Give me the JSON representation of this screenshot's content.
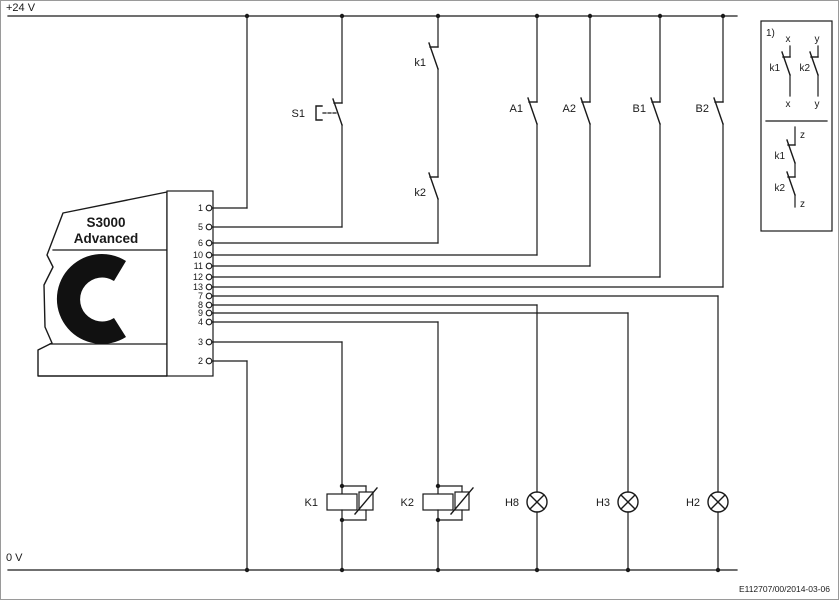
{
  "rails": {
    "top": "+24 V",
    "bottom": "0 V"
  },
  "device": {
    "line1": "S3000",
    "line2": "Advanced",
    "pins": [
      "1",
      "5",
      "6",
      "10",
      "11",
      "12",
      "13",
      "7",
      "8",
      "9",
      "4",
      "3",
      "2"
    ]
  },
  "switches": {
    "s1": "S1",
    "k1": "k1",
    "k2": "k2",
    "a1": "A1",
    "a2": "A2",
    "b1": "B1",
    "b2": "B2"
  },
  "relays": {
    "k1": "K1",
    "k2": "K2"
  },
  "lamps": {
    "h8": "H8",
    "h3": "H3",
    "h2": "H2"
  },
  "legend": {
    "index": "1)",
    "top_left_label": "x",
    "top_right_label": "y",
    "parallel_k1": "k1",
    "parallel_k2": "k2",
    "bottom_left_label": "x",
    "bottom_right_label": "y",
    "series_top_label": "z",
    "series_k1": "k1",
    "series_k2": "k2",
    "series_bottom_label": "z"
  },
  "footer": {
    "doc_ref": "E112707/00/2014-03-06"
  },
  "colors": {
    "line": "#1a1a1a",
    "background": "#ffffff"
  }
}
